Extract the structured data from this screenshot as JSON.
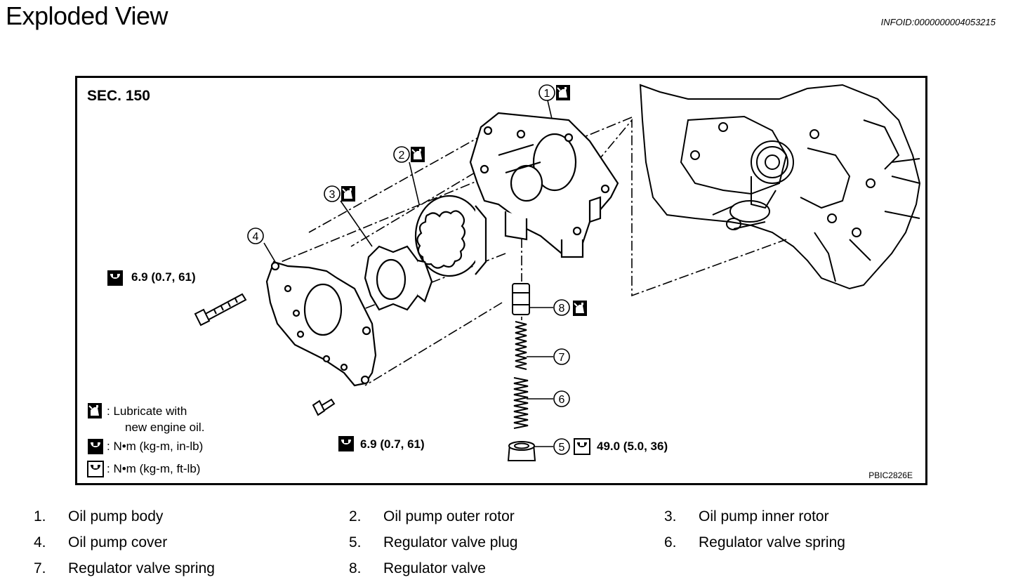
{
  "header": {
    "title": "Exploded View",
    "infoid": "INFOID:0000000004053215"
  },
  "figure": {
    "section": "SEC. 150",
    "code": "PBIC2826E",
    "callouts": [
      "1",
      "2",
      "3",
      "4",
      "5",
      "6",
      "7",
      "8"
    ],
    "torque_cover_bolt": "6.9 (0.7, 61)",
    "torque_cover_screw": "6.9 (0.7, 61)",
    "torque_plug": "49.0 (5.0, 36)",
    "legend": {
      "lubricate_line1": ": Lubricate with",
      "lubricate_line2": "new engine oil.",
      "nm_inlb": ": N•m (kg-m, in-lb)",
      "nm_ftlb": ": N•m (kg-m, ft-lb)"
    },
    "icons": {
      "lubricate": "oil-can-icon",
      "torque_inlb": "torque-wrench-inlb-icon",
      "torque_ftlb": "torque-wrench-ftlb-icon"
    }
  },
  "parts": [
    {
      "num": "1.",
      "name": "Oil pump body"
    },
    {
      "num": "2.",
      "name": "Oil pump outer rotor"
    },
    {
      "num": "3.",
      "name": "Oil pump inner rotor"
    },
    {
      "num": "4.",
      "name": "Oil pump cover"
    },
    {
      "num": "5.",
      "name": "Regulator valve plug"
    },
    {
      "num": "6.",
      "name": "Regulator valve spring"
    },
    {
      "num": "7.",
      "name": "Regulator valve spring"
    },
    {
      "num": "8.",
      "name": "Regulator valve"
    }
  ]
}
